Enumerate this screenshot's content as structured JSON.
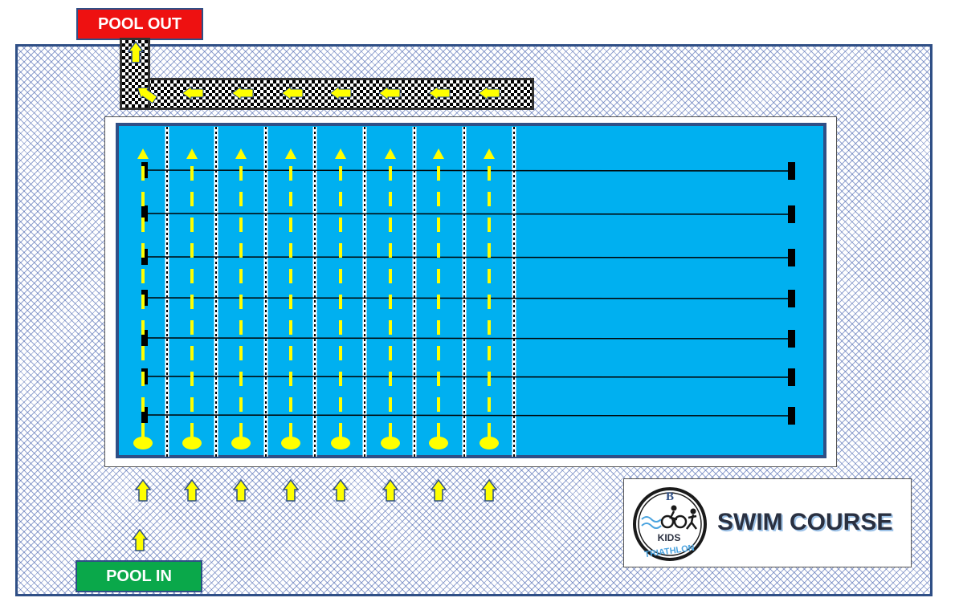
{
  "labels": {
    "pool_out": "POOL OUT",
    "pool_in": "POOL IN",
    "course_title": "SWIM COURSE"
  },
  "logo": {
    "letter": "B",
    "word_top": "KIDS",
    "word_bottom": "TRIATHLON"
  },
  "lanes": {
    "count": 8
  },
  "colors": {
    "water": "#00b0f0",
    "pool_border": "#2f4f86",
    "arrow_fill": "#ffff00",
    "pool_out": "#ee1111",
    "pool_in": "#0aa84a"
  }
}
